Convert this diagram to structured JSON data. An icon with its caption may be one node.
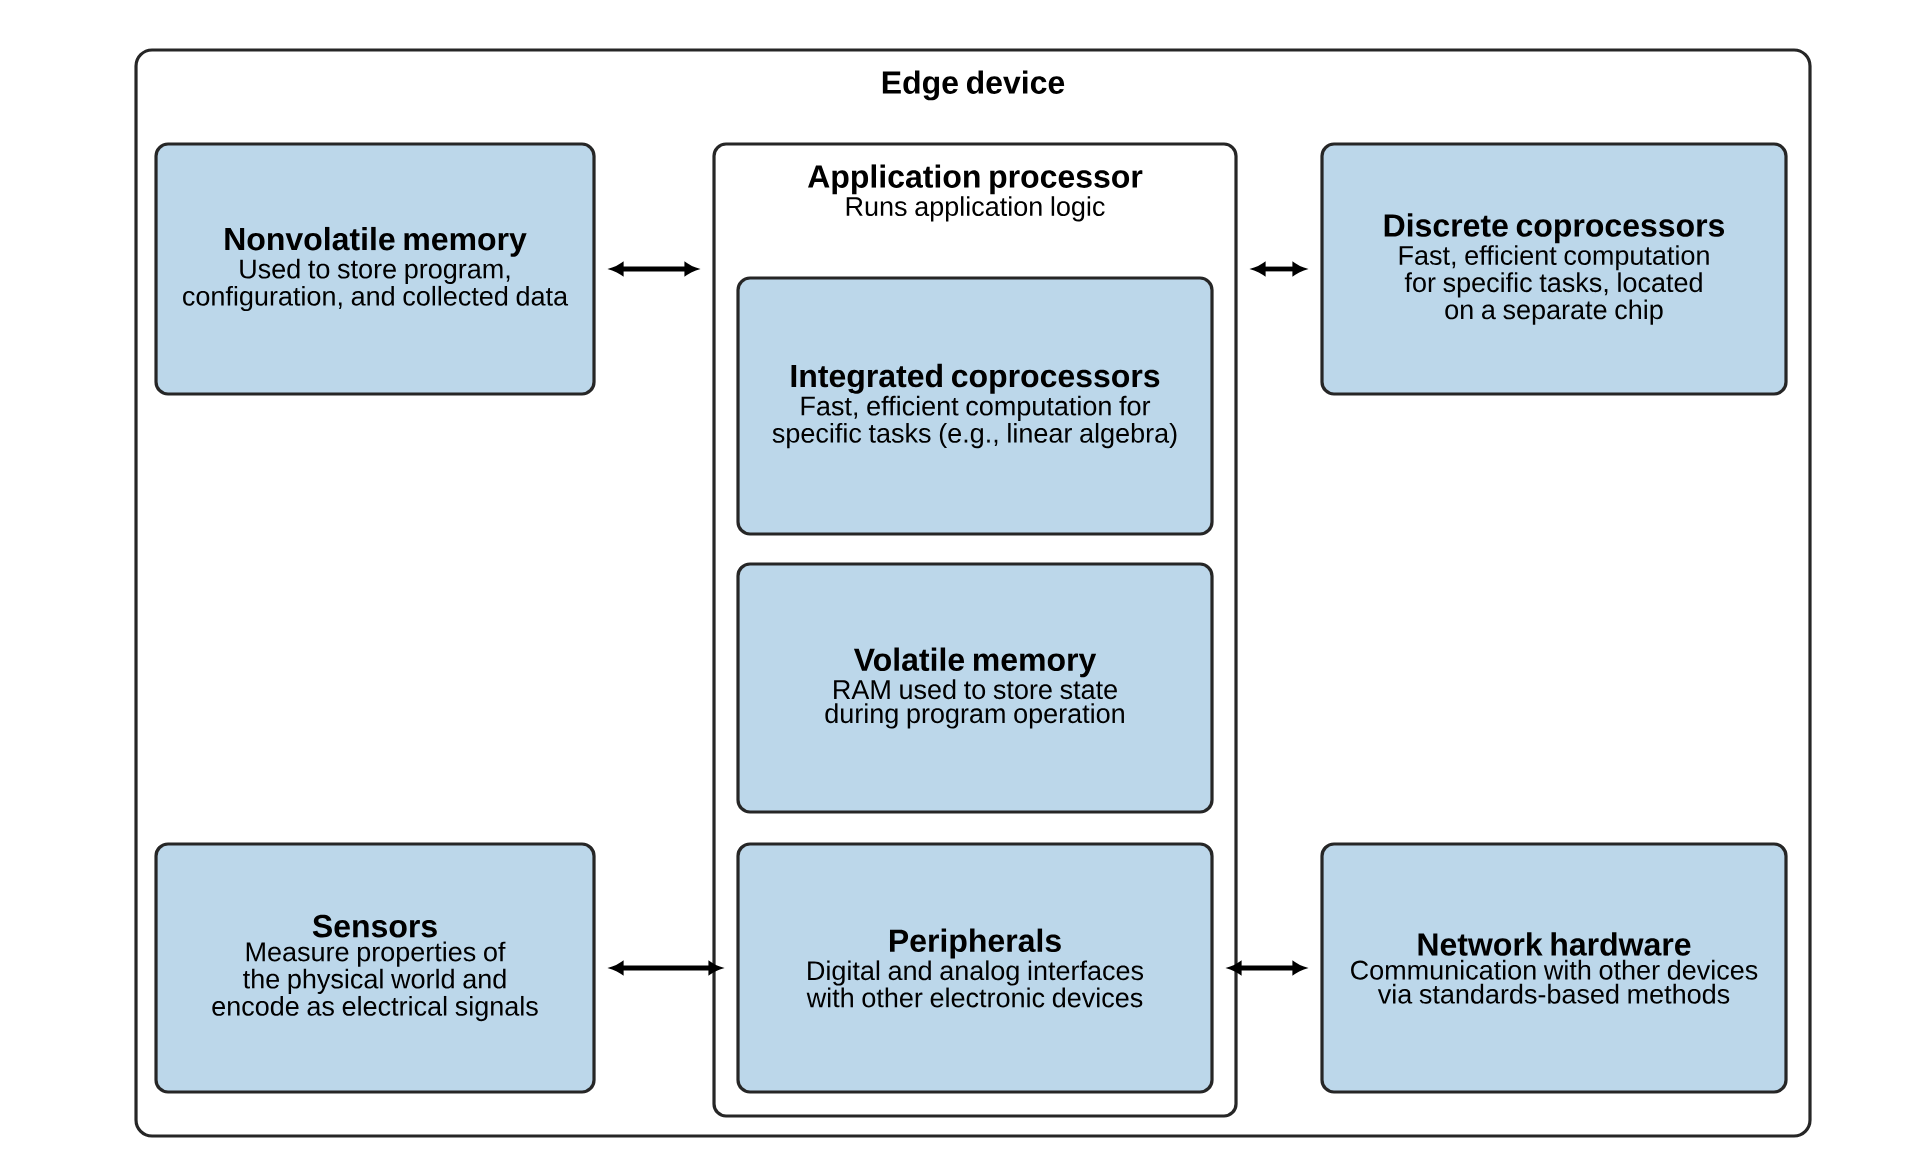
{
  "diagram": {
    "nodes": [
      {
        "text": [
          "Edge device"
        ]
      },
      {
        "text": [
          "Nonvolatile memory",
          "Used to store program, configuration, and collected data"
        ],
        "in": 0
      },
      {
        "text": [
          "Application processor",
          "Runs application logic"
        ],
        "in": 0
      },
      {
        "text": [
          "Integrated coprocessors",
          "Fast, efficient computation for specific tasks (e.g., linear algebra)"
        ],
        "in": 2
      },
      {
        "text": [
          "Volatile memory",
          "RAM used to store state during program operation"
        ],
        "in": 2
      },
      {
        "text": [
          "Peripherals",
          "Digital and analog interfaces with other electronic devices"
        ],
        "in": 2
      },
      {
        "text": [
          "Discrete coprocessors",
          "Fast, efficient computation for specific tasks, located on a separate chip"
        ],
        "in": 0
      },
      {
        "text": [
          "Sensors",
          "Measure properties of the physical world and encode as electrical signals"
        ],
        "in": 0
      },
      {
        "text": [
          "Network hardware",
          "Communication with other devices via standards-based methods"
        ],
        "in": 0
      }
    ],
    "edges": [
      {
        "from": 1,
        "to": 2,
        "arrow": "both"
      },
      {
        "from": 2,
        "to": 6,
        "arrow": "both"
      },
      {
        "from": 7,
        "to": 5,
        "arrow": "both"
      },
      {
        "from": 5,
        "to": 8,
        "arrow": "both"
      }
    ]
  }
}
